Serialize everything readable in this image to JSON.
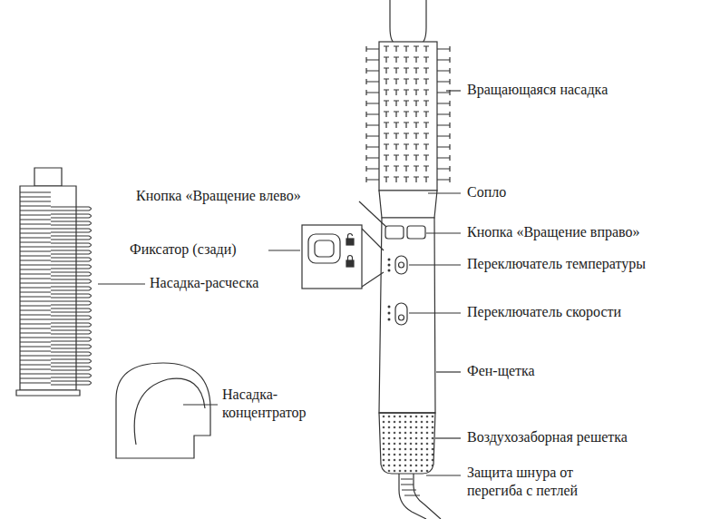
{
  "diagram": {
    "labels": [
      "Вращающаяся насадка",
      "Кнопка «Вращение влево»",
      "Сопло",
      "Фиксатор (сзади)",
      "Кнопка «Вращение вправо»",
      "Переключатель температуры",
      "Насадка-расческа",
      "Переключатель скорости",
      "Фен-щетка",
      "Насадка- концентратор",
      "Воздухозаборная решетка",
      "Защита шнура от перегиба с петлей"
    ]
  }
}
